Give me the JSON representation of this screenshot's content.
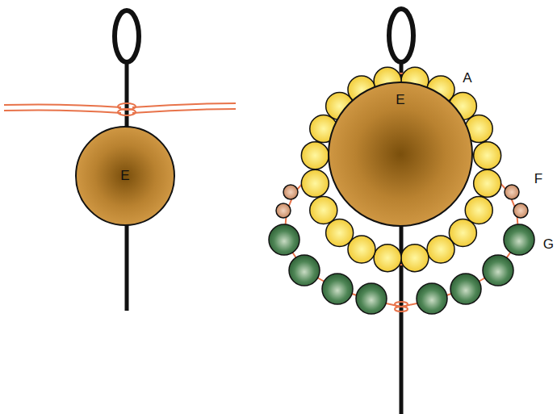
{
  "diagram": {
    "nodes": [
      {
        "text": [
          "E"
        ]
      },
      {
        "text": [
          "E"
        ]
      }
    ],
    "labels": [
      "A",
      "F",
      "G"
    ]
  }
}
